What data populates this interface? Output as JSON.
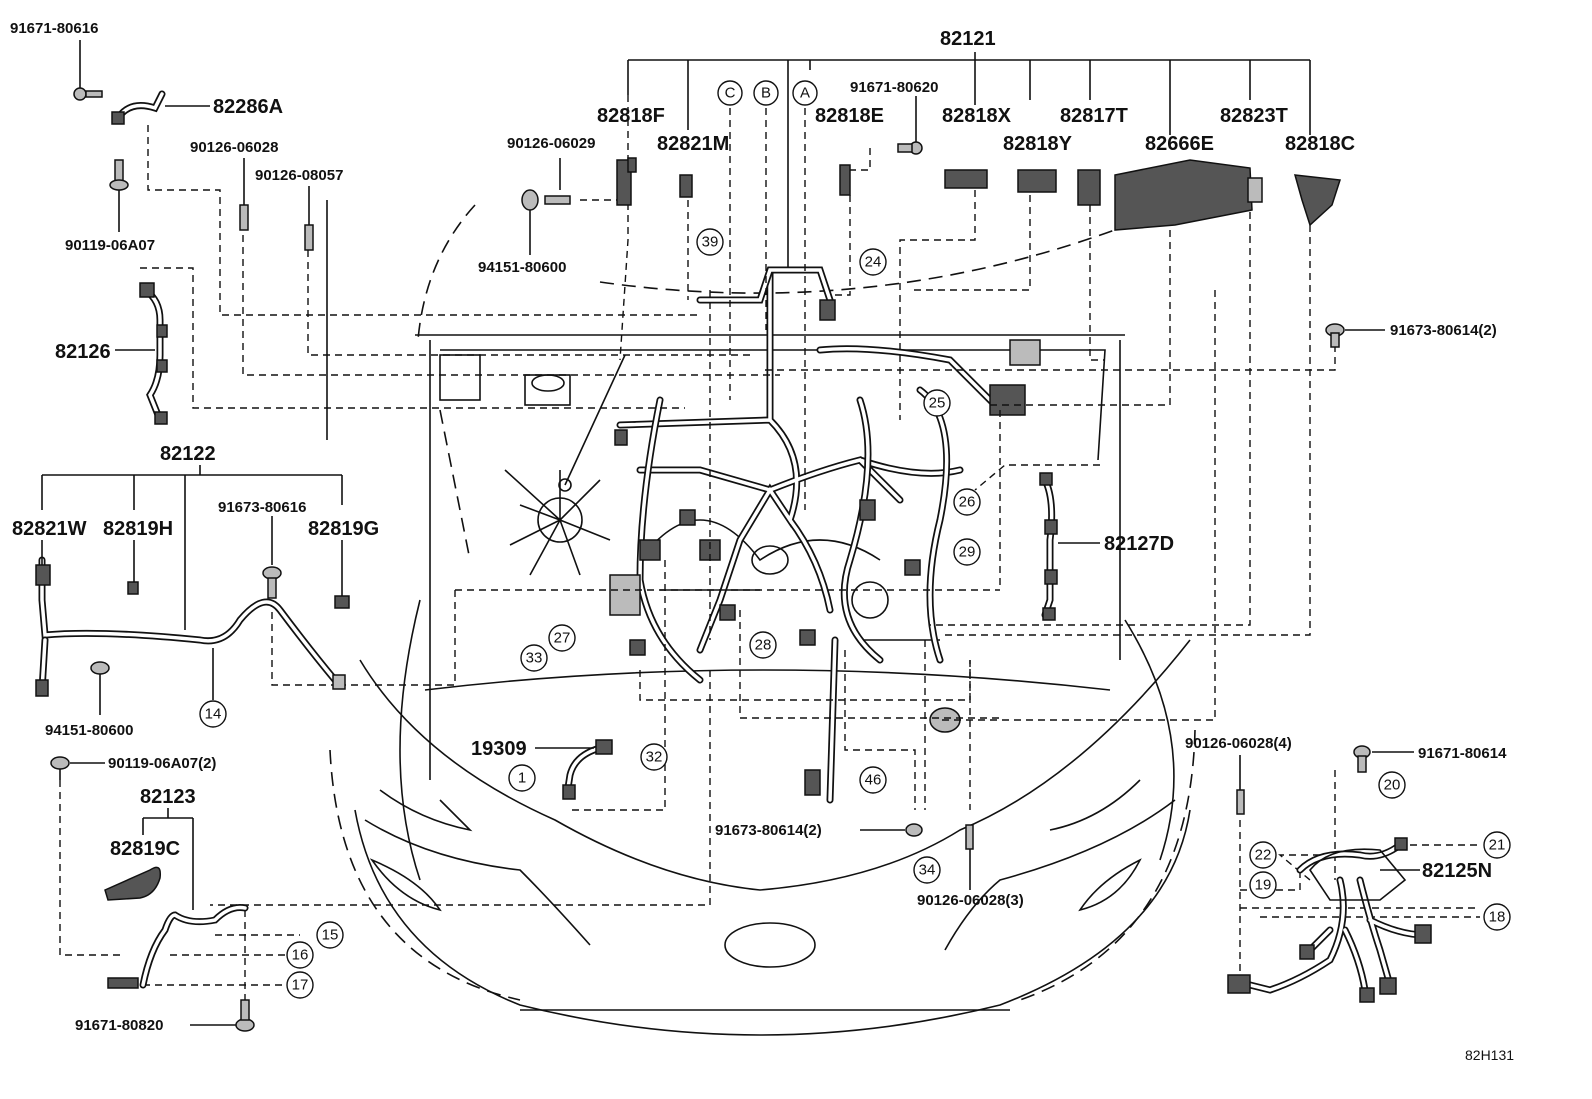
{
  "labels": {
    "p82121": "82121",
    "p91671_80616": "91671-80616",
    "p82286A": "82286A",
    "p90126_06028a": "90126-06028",
    "p90126_08057": "90126-08057",
    "p90119_06A07": "90119-06A07",
    "p82126": "82126",
    "p82122": "82122",
    "p82821W": "82821W",
    "p82819H": "82819H",
    "p91673_80616": "91673-80616",
    "p82819G": "82819G",
    "p94151_80600a": "94151-80600",
    "p90119_06A07_2": "90119-06A07(2)",
    "p82123": "82123",
    "p82819C": "82819C",
    "p91671_80820": "91671-80820",
    "p82818F": "82818F",
    "p90126_06029": "90126-06029",
    "p82821M": "82821M",
    "p94151_80600b": "94151-80600",
    "p91671_80620": "91671-80620",
    "p82818E": "82818E",
    "p82818X": "82818X",
    "p82818Y": "82818Y",
    "p82817T": "82817T",
    "p82666E": "82666E",
    "p82823T": "82823T",
    "p82818C": "82818C",
    "p91673_80614_2a": "91673-80614(2)",
    "p82127D": "82127D",
    "p19309": "19309",
    "p90126_06028_4": "90126-06028(4)",
    "p91671_80614": "91671-80614",
    "p82125N": "82125N",
    "p91673_80614_2b": "91673-80614(2)",
    "p90126_06028_3": "90126-06028(3)",
    "code": "82H131"
  },
  "letters": {
    "a": "A",
    "b": "B",
    "c": "C"
  },
  "callouts": {
    "c1": "1",
    "c14": "14",
    "c15": "15",
    "c16": "16",
    "c17": "17",
    "c18": "18",
    "c19": "19",
    "c20": "20",
    "c21": "21",
    "c22": "22",
    "c24": "24",
    "c25": "25",
    "c26": "26",
    "c27": "27",
    "c28": "28",
    "c29": "29",
    "c32": "32",
    "c33": "33",
    "c34": "34",
    "c39": "39",
    "c46": "46"
  }
}
